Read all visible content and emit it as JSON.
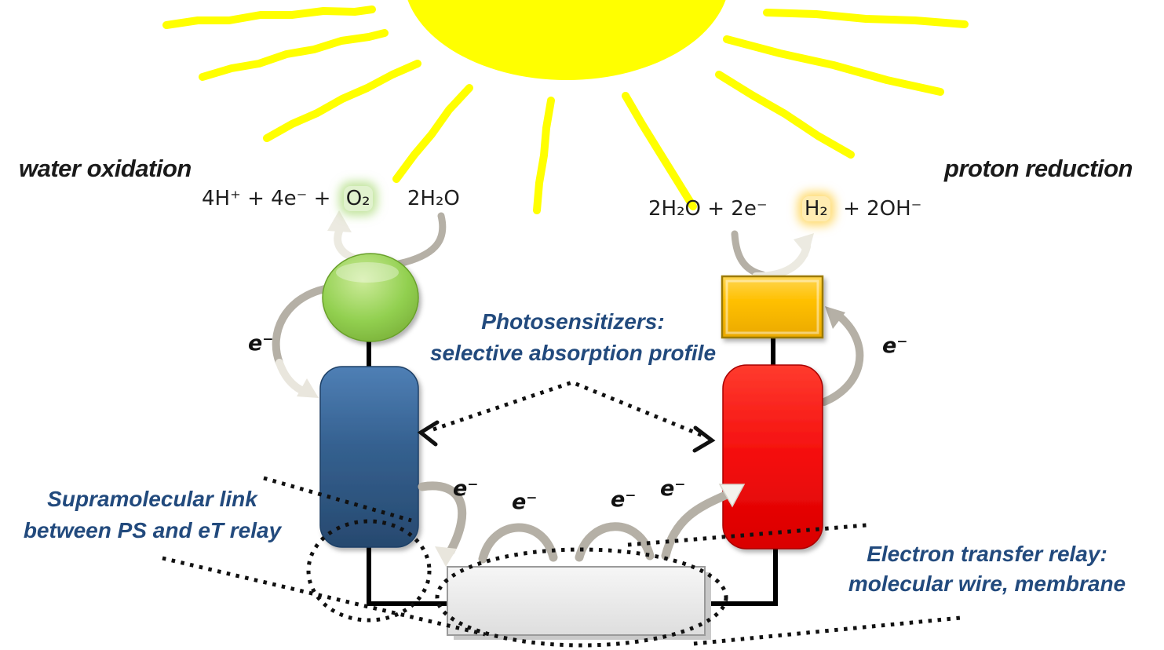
{
  "titles": {
    "left": "water oxidation",
    "right": "proton reduction"
  },
  "equations": {
    "oxidation": {
      "lhs": "4H⁺ + 4e⁻ +",
      "highlight": "O₂",
      "rhs": "2H₂O"
    },
    "reduction": {
      "lhs": "2H₂O + 2e⁻",
      "highlight": "H₂",
      "rhs": "+ 2OH⁻"
    }
  },
  "annotations": {
    "photosensitizers": {
      "line1": "Photosensitizers:",
      "line2": "selective absorption profile"
    },
    "supramolecular": {
      "line1": "Supramolecular link",
      "line2": "between PS and eT relay"
    },
    "relay": {
      "line1": "Electron transfer relay:",
      "line2": "molecular wire, membrane"
    }
  },
  "labels": {
    "electron": "e⁻"
  },
  "icons": {
    "sun": "sun-icon",
    "dotted_circle": "supramolecular-link-highlight",
    "dotted_ellipse": "relay-highlight"
  },
  "colors": {
    "sun": "#FFFF00",
    "oxidation_catalyst_green": "#8DC63F",
    "photosensitizer_blue": "#2E5C8C",
    "reduction_catalyst_gold": "#FFC000",
    "photosensitizer_red": "#EE0000",
    "relay_bar_gray": "#E9E9E9",
    "annotation_blue": "#224A7D",
    "arrow_taupe": "#B5B0A6",
    "arrow_cream": "#ECEAE1",
    "o2_glow": "#A9D76B",
    "h2_glow": "#FFC66E"
  }
}
